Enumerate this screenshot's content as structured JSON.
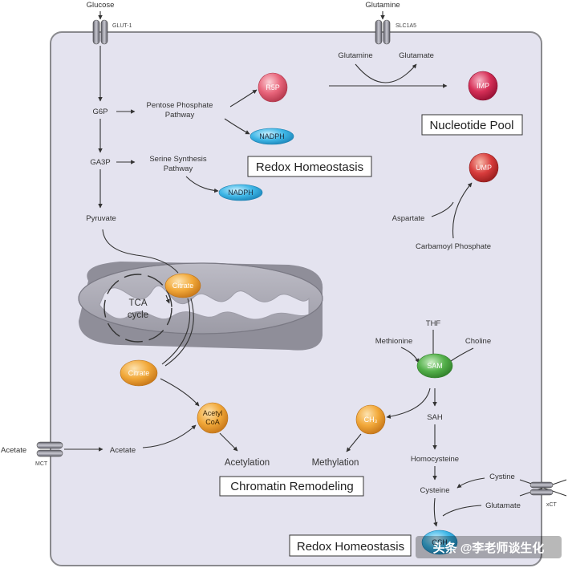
{
  "colors": {
    "cell_fill": "#e4e3ef",
    "cell_stroke": "#8a8a8e",
    "orange": "#f0a432",
    "red": "#d83c3c",
    "pink": "#e8647a",
    "blue": "#3eb6e6",
    "green": "#53b04a",
    "mito": "#c8c7d0"
  },
  "transporters": {
    "glut1": {
      "substrate": "Glucose",
      "name": "GLUT-1"
    },
    "slc1a5": {
      "substrate": "Glutamine",
      "name": "SLC1A5"
    },
    "mct": {
      "substrate": "Acetate",
      "name": "MCT"
    },
    "xct": {
      "name": "xCT"
    }
  },
  "glycolysis": {
    "g6p": "G6P",
    "ga3p": "GA3P",
    "pyruvate": "Pyruvate",
    "pentose_line1": "Pentose Phosphate",
    "pentose_line2": "Pathway",
    "serine_line1": "Serine Synthesis",
    "serine_line2": "Pathway"
  },
  "metabolites": {
    "r5p": "R5P",
    "nadph_1": "NADPH",
    "nadph_2": "NADPH",
    "imp": "IMP",
    "ump": "UMP",
    "citrate_mito": "Citrate",
    "citrate_cyto": "Citrate",
    "acetyl_line1": "Acetyl",
    "acetyl_line2": "CoA",
    "sam": "SAM",
    "ch3": "CH₃",
    "bottom_ball": "GSH"
  },
  "labels": {
    "glutamine_inner": "Glutamine",
    "glutamate_top": "Glutamate",
    "aspartate": "Aspartate",
    "carbamoyl": "Carbamoyl Phosphate",
    "tca_line1": "TCA",
    "tca_line2": "cycle",
    "acetate_inner": "Acetate",
    "acetylation": "Acetylation",
    "methylation": "Methylation",
    "thf": "THF",
    "methionine": "Methionine",
    "choline": "Choline",
    "sah": "SAH",
    "homocysteine": "Homocysteine",
    "cysteine": "Cysteine",
    "cystine": "Cystine",
    "glutamate_bottom": "Glutamate"
  },
  "boxes": {
    "nucleotide_pool": "Nucleotide Pool",
    "redox_top": "Redox Homeostasis",
    "chromatin": "Chromatin Remodeling",
    "redox_bottom": "Redox Homeostasis"
  },
  "watermark": "头条 @李老师谈生化"
}
